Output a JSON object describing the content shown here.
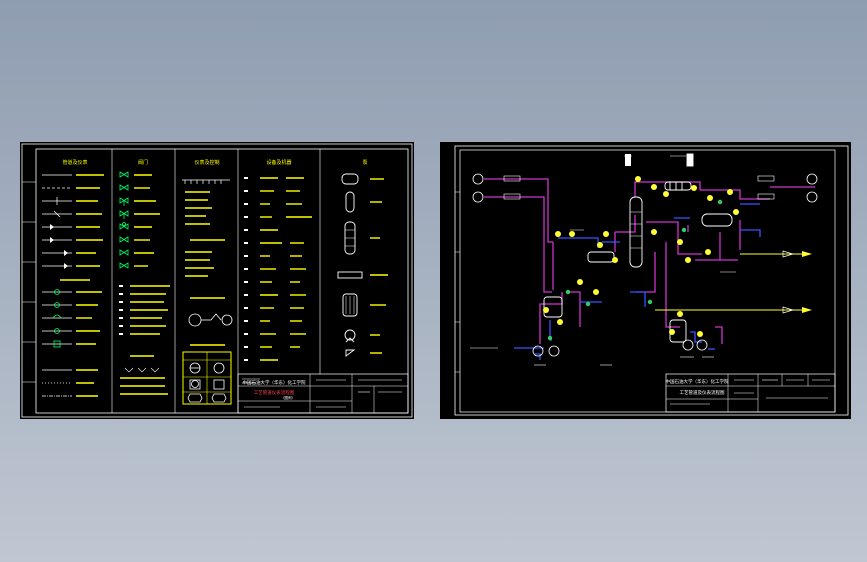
{
  "sheets": {
    "left": {
      "section_headers": [
        "管道及仪表",
        "阀门",
        "仪表及控制",
        "设备及机器",
        "泵"
      ],
      "title_block": {
        "school": "中国石油大学（华东）化工学院",
        "drawing_title": "工艺管道仪表流程图",
        "subtitle": "（图例）"
      }
    },
    "right": {
      "title_block": {
        "school": "中国石油大学（华东）化工学院",
        "drawing_title": "工艺管道及仪表流程图"
      }
    }
  },
  "colors": {
    "background": "#000000",
    "border": "#ffffff",
    "legend_text": "#ffff00",
    "symbol_green": "#00ff66",
    "process_line": "#cc33cc",
    "utility_line": "#3355ff",
    "equipment": "#ffffff",
    "instrument": "#ffff33"
  }
}
